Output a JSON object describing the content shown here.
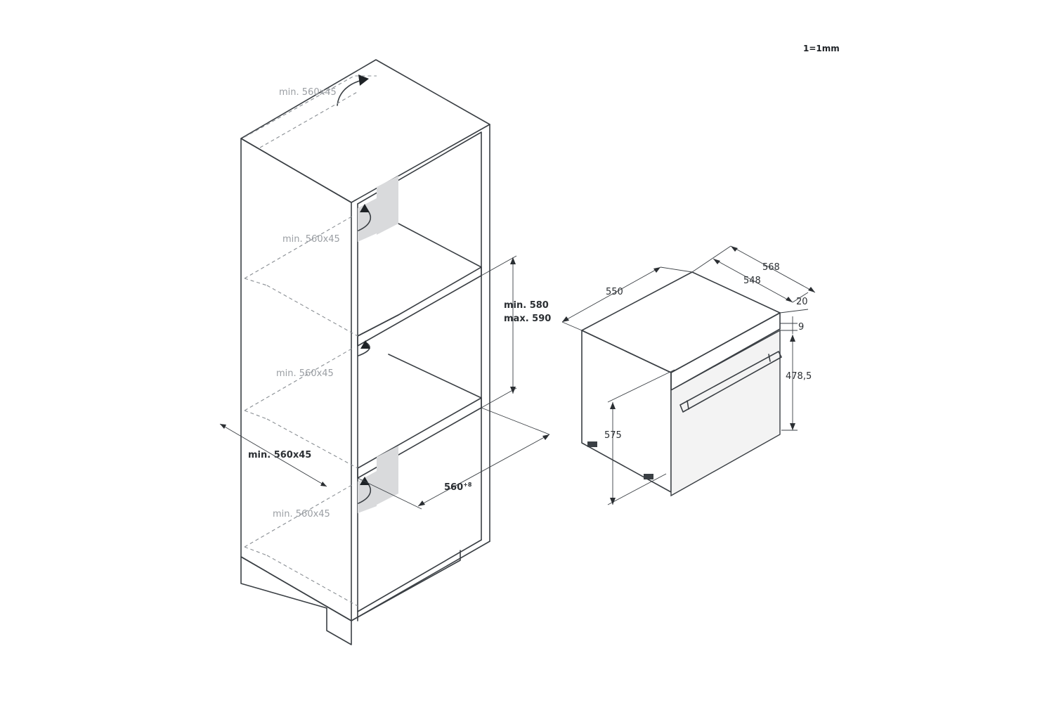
{
  "scale_note": "1=1mm",
  "cabinet": {
    "vent_labels": [
      "min. 560x45",
      "min. 560x45",
      "min. 560x45",
      "min. 560x45"
    ],
    "front_vent_label": "min. 560x45",
    "niche_height": [
      "min. 580",
      "max. 590"
    ],
    "niche_width": "560",
    "niche_width_tolerance": "+8"
  },
  "oven": {
    "width_label": "550",
    "depth_total_label": "568",
    "depth_body_label": "548",
    "front_thickness_label": "20",
    "top_offset_label": "9",
    "front_height_label": "478,5",
    "body_height_label": "575"
  }
}
